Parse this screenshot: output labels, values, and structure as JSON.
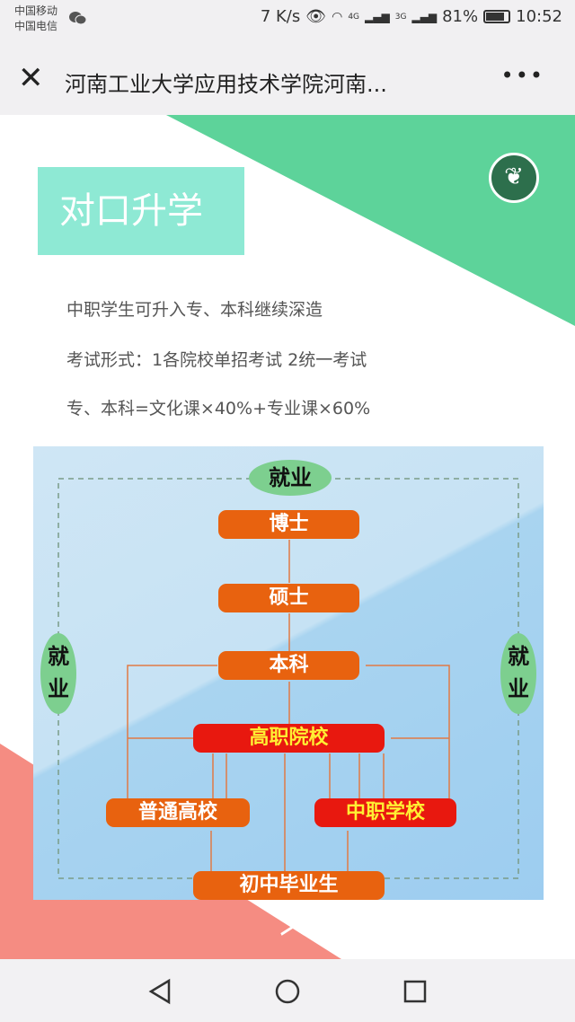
{
  "status_bar": {
    "carrier1": "中国移动",
    "carrier2": "中国电信",
    "speed": "7 K/s",
    "net1": "4G",
    "net2": "3G",
    "battery": "81%",
    "battery_level": 0.81,
    "time": "10:52"
  },
  "navbar": {
    "title": "河南工业大学应用技术学院河南...",
    "more": "•••"
  },
  "content": {
    "badge": "对口升学",
    "lines": [
      "中职学生可升入专、本科继续深造",
      "考试形式：1各院校单招考试 2统一考试",
      "专、本科=文化课×40%+专业课×60%"
    ]
  },
  "diagram": {
    "employment_top": "就业",
    "employment_left": "就业",
    "employment_right": "就业",
    "doctor": "博士",
    "master": "硕士",
    "bachelor": "本科",
    "higher_vocational": "高职院校",
    "high_school": "普通高校",
    "secondary_vocational": "中职学校",
    "junior_grad": "初中毕业生"
  },
  "colors": {
    "green": "#5dd39a",
    "teal": "#8ee9d4",
    "orange": "#e8620f",
    "red": "#e8180f",
    "coral": "#f58c82"
  }
}
